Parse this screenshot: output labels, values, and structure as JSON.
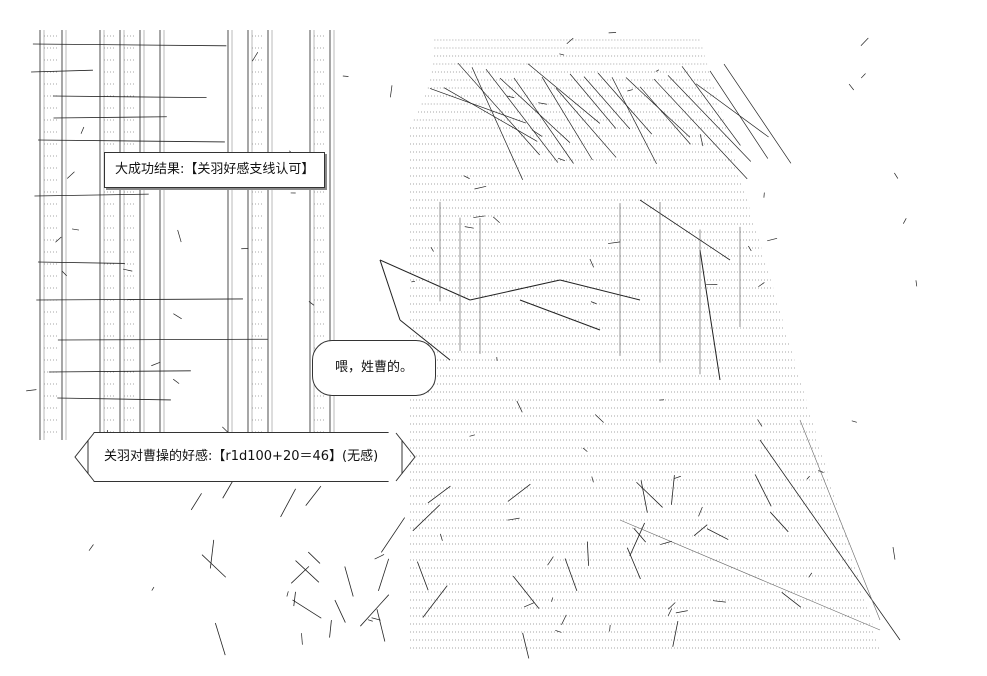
{
  "result_label": "大成功结果:【关羽好感支线认可】",
  "speech_text": "喂，姓曹的。",
  "roll_text": "关羽对曹操的好感:【r1d100+20＝46】(无感)",
  "ink_color": "#222222",
  "line_color": "#555555"
}
